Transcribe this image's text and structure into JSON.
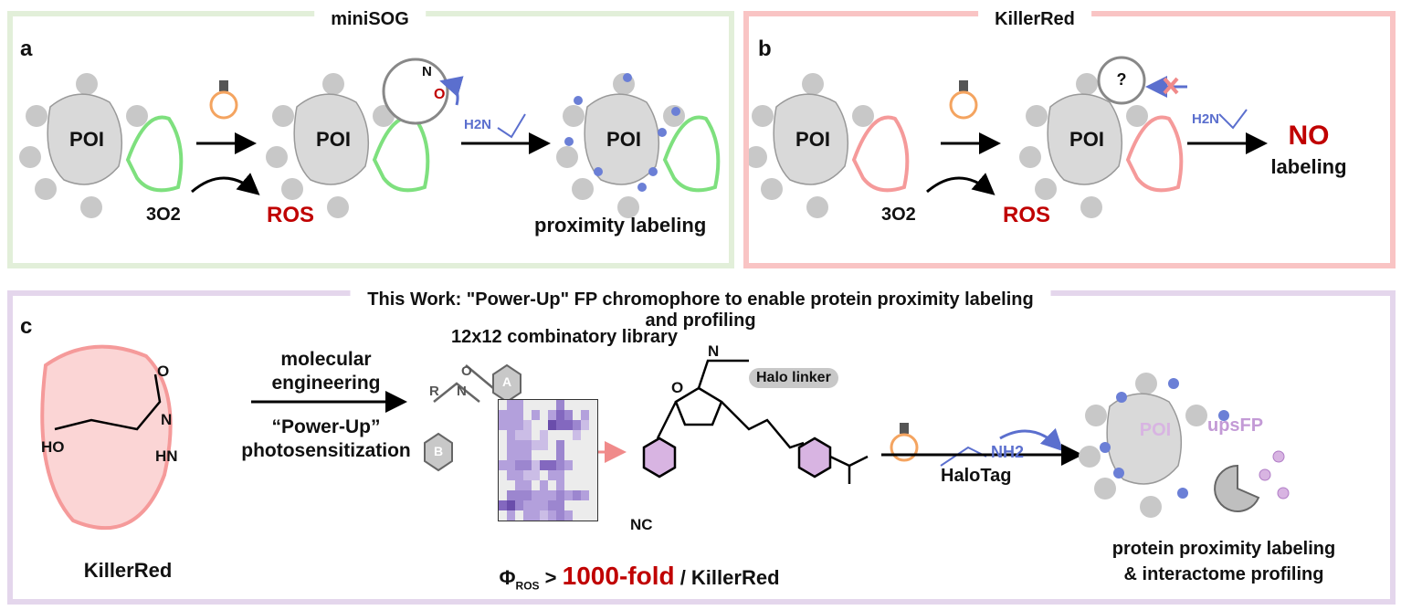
{
  "panel_a": {
    "title": "miniSOG",
    "letter": "a",
    "poi": "POI",
    "oxygen": "3O2",
    "ros": "ROS",
    "amine": "H2N",
    "ring_n": "N",
    "ring_o": "O",
    "result": "proximity labeling"
  },
  "panel_b": {
    "title": "KillerRed",
    "letter": "b",
    "poi": "POI",
    "oxygen": "3O2",
    "ros": "ROS",
    "question": "?",
    "amine": "H2N",
    "result_no": "NO",
    "result_labeling": "labeling"
  },
  "panel_c": {
    "title": "This Work: \"Power-Up\" FP chromophore to enable protein proximity labeling and profiling",
    "letter": "c",
    "protein_label": "KillerRed",
    "chromophore": {
      "ho": "HO",
      "hn": "HN",
      "n": "N",
      "o": "O"
    },
    "step1_top": [
      "molecular",
      "engineering"
    ],
    "step1_bottom": [
      "“Power-Up”",
      "photosensitization"
    ],
    "library_title": "12x12 combinatory library",
    "scaffold": {
      "r": "R",
      "n": "N",
      "o": "O",
      "ring_a": "A",
      "ring_b": "B"
    },
    "halo_linker": "Halo linker",
    "product": {
      "nc": "NC",
      "n": "N",
      "o": "O"
    },
    "phi_prefix": "Φ",
    "phi_sub": "ROS",
    "phi_gt": " > ",
    "fold": "1000-fold",
    "phi_suffix": " / KillerRed",
    "amine": "NH2",
    "step2_label": "HaloTag",
    "poi": "POI",
    "upsfp": "upsFP",
    "result": [
      "protein proximity labeling",
      "& interactome profiling"
    ]
  },
  "colors": {
    "green_border": "#e2efd9",
    "pink_border": "#f9c4c4",
    "purple_border": "#e4d6ec",
    "red": "#c00000",
    "blue": "#5b6fce",
    "green": "#7ee07e",
    "pink": "#f59a9a",
    "violet": "#c39ad6"
  },
  "library_heatmap": [
    [
      0,
      2,
      2,
      0,
      0,
      0,
      0,
      3,
      0,
      0,
      0,
      0
    ],
    [
      2,
      2,
      2,
      0,
      2,
      0,
      2,
      4,
      3,
      0,
      2,
      0
    ],
    [
      2,
      2,
      2,
      1,
      0,
      0,
      5,
      4,
      4,
      3,
      1,
      0
    ],
    [
      0,
      2,
      1,
      1,
      0,
      1,
      0,
      0,
      0,
      1,
      0,
      0
    ],
    [
      0,
      2,
      2,
      2,
      1,
      1,
      0,
      3,
      0,
      0,
      0,
      0
    ],
    [
      0,
      2,
      2,
      2,
      0,
      0,
      0,
      3,
      0,
      0,
      0,
      0
    ],
    [
      2,
      2,
      3,
      3,
      1,
      4,
      4,
      3,
      2,
      0,
      0,
      0
    ],
    [
      0,
      2,
      2,
      1,
      1,
      0,
      2,
      2,
      0,
      0,
      0,
      0
    ],
    [
      0,
      0,
      2,
      2,
      0,
      2,
      0,
      2,
      0,
      0,
      0,
      0
    ],
    [
      0,
      3,
      3,
      3,
      2,
      2,
      2,
      3,
      2,
      3,
      2,
      0
    ],
    [
      4,
      5,
      3,
      2,
      2,
      2,
      3,
      3,
      0,
      0,
      0,
      0
    ],
    [
      0,
      2,
      0,
      2,
      2,
      1,
      2,
      3,
      2,
      0,
      0,
      0
    ]
  ]
}
